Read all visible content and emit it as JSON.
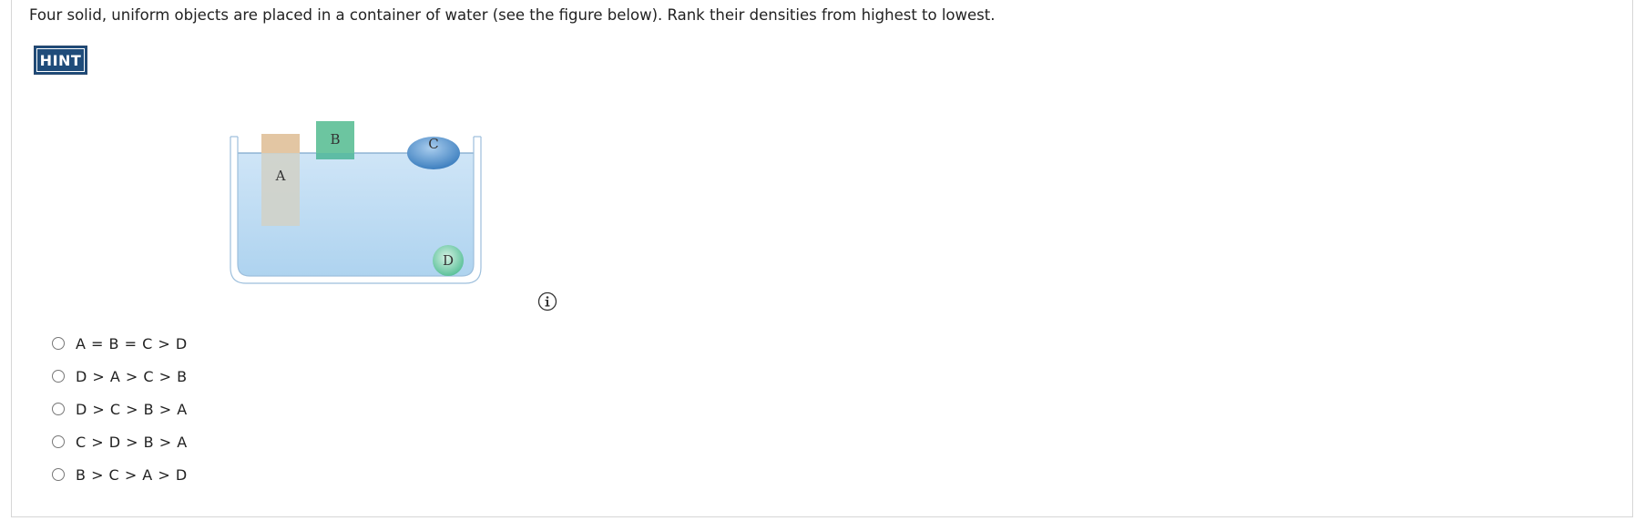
{
  "question": {
    "text": "Four solid, uniform objects are placed in a container of water (see the figure below). Rank their densities from highest to lowest.",
    "hint_label": "HINT"
  },
  "figure": {
    "labels": {
      "a": "A",
      "b": "B",
      "c": "C",
      "d": "D"
    },
    "colors": {
      "water_top": "#c9e2f6",
      "water_bottom": "#a9cfee",
      "container_edge": "#8fb4d3",
      "object_a_top": "#e6c9a6",
      "object_a_bottom": "#d4d4cc",
      "object_b": "#6fc6a3",
      "object_c": "#4f8fc9",
      "object_d": "#7fd0aa"
    },
    "info_icon": "info-circle-icon"
  },
  "choices": [
    {
      "label": "A = B = C > D"
    },
    {
      "label": "D > A > C > B"
    },
    {
      "label": "D > C > B > A"
    },
    {
      "label": "C > D > B > A"
    },
    {
      "label": "B > C > A > D"
    }
  ]
}
